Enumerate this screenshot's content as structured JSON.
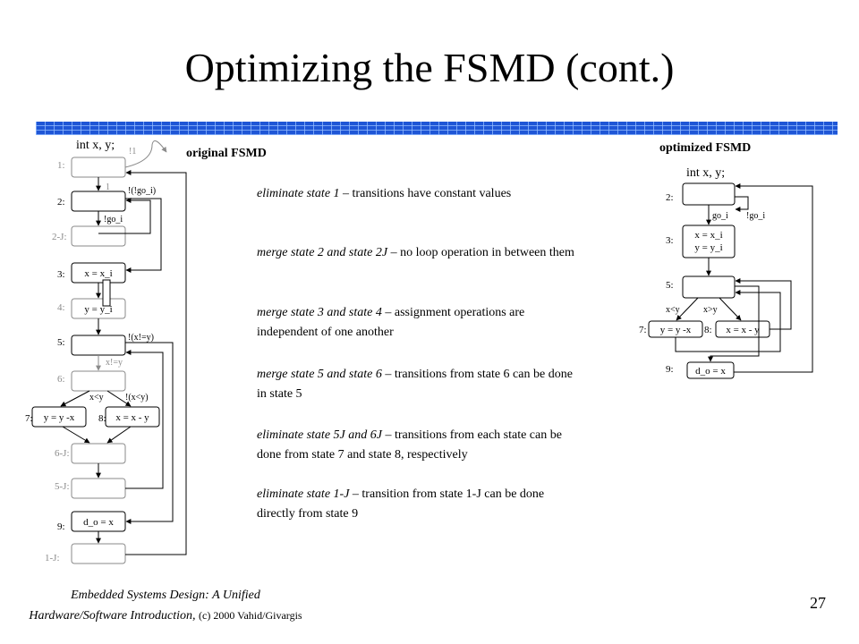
{
  "slide": {
    "title": "Optimizing the FSMD (cont.)",
    "page_number": "27",
    "footer_book": "Embedded Systems Design: A Unified",
    "footer_book2": "Hardware/Software Introduction,",
    "footer_copyright": "(c) 2000 Vahid/Givargis"
  },
  "colors": {
    "band": "#1f56d6",
    "faded": "#8a8a8a"
  },
  "original": {
    "heading": "original FSMD",
    "decl": "int x, y;",
    "state_labels": {
      "s1": "1:",
      "s2": "2:",
      "s2j": "2-J:",
      "s3": "3:",
      "s4": "4:",
      "s5": "5:",
      "s6": "6:",
      "s7": "7:",
      "s8": "8:",
      "s6j": "6-J:",
      "s5j": "5-J:",
      "s9": "9:",
      "s1j": "1-J:"
    },
    "boxes": {
      "s3": "x = x_i",
      "s4": "y = y_i",
      "s7": "y = y -x",
      "s8": "x = x - y",
      "s9": "d_o = x"
    },
    "edges": {
      "not1": "!1",
      "one": "1",
      "not_go": "!(!go_i)",
      "go": "!go_i",
      "not_xney": "!(x!=y)",
      "xney": "x!=y",
      "xlty": "x<y",
      "not_xlty": "!(x<y)"
    }
  },
  "optimized": {
    "heading": "optimized FSMD",
    "decl": "int x, y;",
    "state_labels": {
      "s2": "2:",
      "s3": "3:",
      "s5": "5:",
      "s7": "7:",
      "s8": "8:",
      "s9": "9:"
    },
    "boxes": {
      "s3a": "x = x_i",
      "s3b": "y = y_i",
      "s7": "y = y -x",
      "s8": "x = x - y",
      "s9": "d_o = x"
    },
    "edges": {
      "go": "go_i",
      "not_go": "!go_i",
      "xlty": "x<y",
      "xgty": "x>y"
    }
  },
  "bullets": [
    {
      "em": "eliminate state 1",
      "rest": " – transitions have constant values"
    },
    {
      "em": "merge state 2 and state 2J",
      "rest": " – no loop operation in between them"
    },
    {
      "em": "merge state 3 and state 4",
      "rest": " – assignment operations are independent of one another"
    },
    {
      "em": "merge state 5 and state 6",
      "rest": " – transitions from state 6 can be done in state 5"
    },
    {
      "em": "eliminate state 5J and 6J",
      "rest": " – transitions from each state can be done from state 7 and state 8, respectively"
    },
    {
      "em": "eliminate state 1-J",
      "rest": " – transition from state 1-J can be done directly from state 9"
    }
  ]
}
